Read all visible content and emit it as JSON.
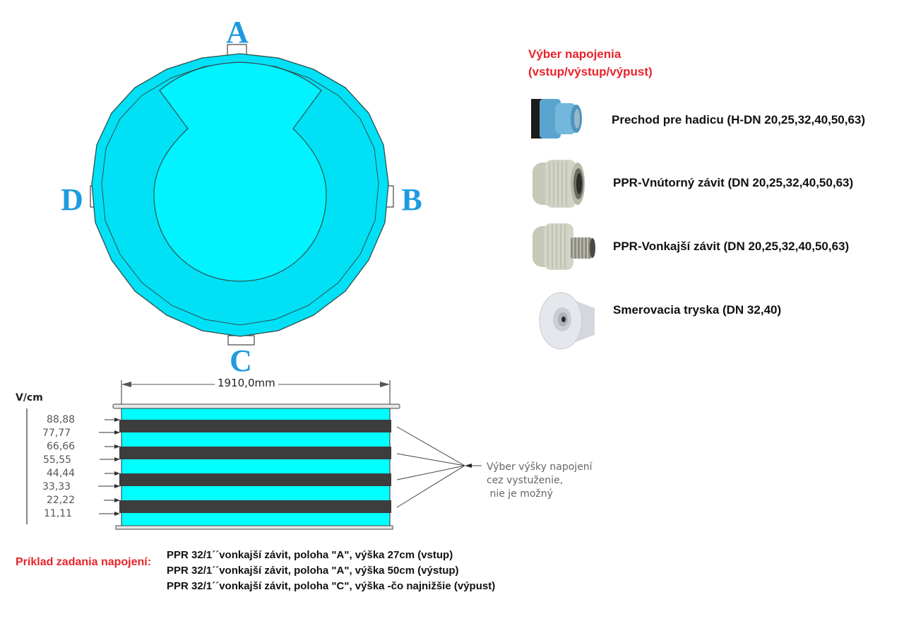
{
  "top_view": {
    "positions": {
      "a": "A",
      "b": "B",
      "c": "C",
      "d": "D"
    },
    "colors": {
      "outer_ring": "#00e1f5",
      "inner_area": "#00f3ff",
      "outline": "#2f4f4f",
      "label": "#1e9be0"
    }
  },
  "side_view": {
    "width_dimension": "1910,0mm",
    "axis_label": "V/cm",
    "heights": [
      "88,88",
      "77,77",
      "66,66",
      "55,55",
      "44,44",
      "33,33",
      "22,22",
      "11,11"
    ],
    "note_lines": [
      "Výber výšky napojení",
      "cez vystuženie,",
      " nie je možný"
    ],
    "colors": {
      "water": "#00ffff",
      "reinforcement": "#3d3d3d"
    }
  },
  "connection_selection": {
    "title_line1": "Výber napojenia",
    "title_line2": "(vstup/výstup/výpust)",
    "fittings": [
      {
        "icon": "hose-adapter-icon",
        "label": "Prechod pre hadicu (H-DN 20,25,32,40,50,63)"
      },
      {
        "icon": "ppr-female-thread-icon",
        "label": "PPR-Vnútorný závit (DN 20,25,32,40,50,63)"
      },
      {
        "icon": "ppr-male-thread-icon",
        "label": "PPR-Vonkajší závit (DN 20,25,32,40,50,63)"
      },
      {
        "icon": "directional-nozzle-icon",
        "label": "Smerovacia tryska (DN 32,40)"
      }
    ]
  },
  "example": {
    "label": "Príklad zadania napojení:",
    "lines": [
      "PPR 32/1´´vonkajší závit, poloha \"A\", výška 27cm (vstup)",
      "PPR 32/1´´vonkajší závit, poloha \"A\", výška 50cm (výstup)",
      "PPR 32/1´´vonkajší závit, poloha \"C\", výška -čo najnižšie (výpust)"
    ]
  }
}
